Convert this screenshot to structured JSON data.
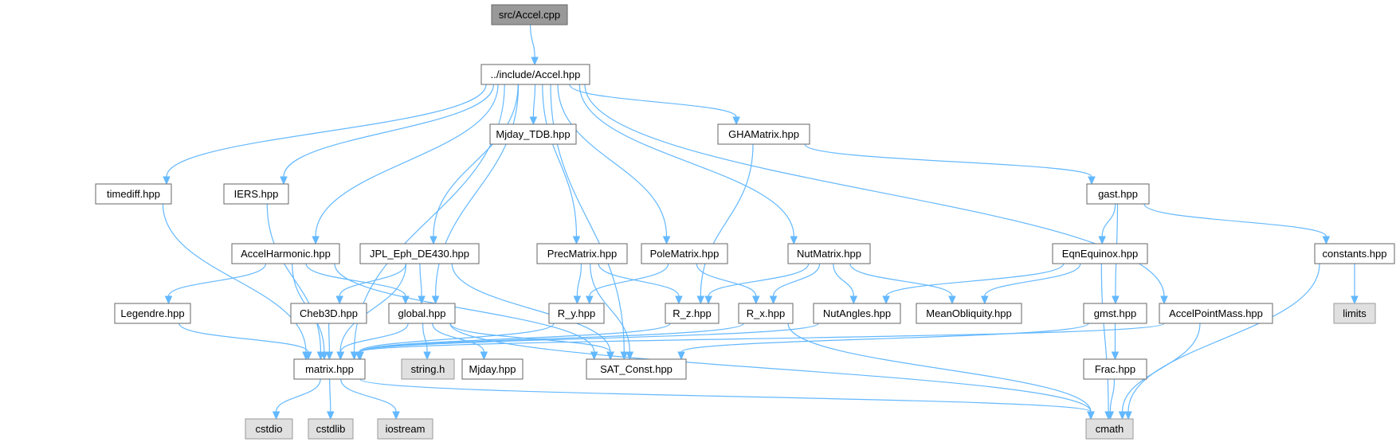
{
  "graph": {
    "nodes": [
      {
        "id": "accel_cpp",
        "label": "src/Accel.cpp",
        "kind": "root"
      },
      {
        "id": "accel_hpp",
        "label": "../include/Accel.hpp",
        "kind": "normal"
      },
      {
        "id": "mjday_tdb",
        "label": "Mjday_TDB.hpp",
        "kind": "normal"
      },
      {
        "id": "gha",
        "label": "GHAMatrix.hpp",
        "kind": "normal"
      },
      {
        "id": "timediff",
        "label": "timediff.hpp",
        "kind": "normal"
      },
      {
        "id": "iers",
        "label": "IERS.hpp",
        "kind": "normal"
      },
      {
        "id": "gast",
        "label": "gast.hpp",
        "kind": "normal"
      },
      {
        "id": "accelharm",
        "label": "AccelHarmonic.hpp",
        "kind": "normal"
      },
      {
        "id": "jpl",
        "label": "JPL_Eph_DE430.hpp",
        "kind": "normal"
      },
      {
        "id": "prec",
        "label": "PrecMatrix.hpp",
        "kind": "normal"
      },
      {
        "id": "pole",
        "label": "PoleMatrix.hpp",
        "kind": "normal"
      },
      {
        "id": "nut",
        "label": "NutMatrix.hpp",
        "kind": "normal"
      },
      {
        "id": "eqnequinox",
        "label": "EqnEquinox.hpp",
        "kind": "normal"
      },
      {
        "id": "constants",
        "label": "constants.hpp",
        "kind": "normal"
      },
      {
        "id": "legendre",
        "label": "Legendre.hpp",
        "kind": "normal"
      },
      {
        "id": "cheb3d",
        "label": "Cheb3D.hpp",
        "kind": "normal"
      },
      {
        "id": "global",
        "label": "global.hpp",
        "kind": "normal"
      },
      {
        "id": "ry",
        "label": "R_y.hpp",
        "kind": "normal"
      },
      {
        "id": "rz",
        "label": "R_z.hpp",
        "kind": "normal"
      },
      {
        "id": "rx",
        "label": "R_x.hpp",
        "kind": "normal"
      },
      {
        "id": "nutangles",
        "label": "NutAngles.hpp",
        "kind": "normal"
      },
      {
        "id": "meanobl",
        "label": "MeanObliquity.hpp",
        "kind": "normal"
      },
      {
        "id": "gmst",
        "label": "gmst.hpp",
        "kind": "normal"
      },
      {
        "id": "pointmass",
        "label": "AccelPointMass.hpp",
        "kind": "normal"
      },
      {
        "id": "limits",
        "label": "limits",
        "kind": "system"
      },
      {
        "id": "matrix",
        "label": "matrix.hpp",
        "kind": "normal"
      },
      {
        "id": "stringh",
        "label": "string.h",
        "kind": "system"
      },
      {
        "id": "mjday",
        "label": "Mjday.hpp",
        "kind": "normal"
      },
      {
        "id": "satconst",
        "label": "SAT_Const.hpp",
        "kind": "normal"
      },
      {
        "id": "frac",
        "label": "Frac.hpp",
        "kind": "normal"
      },
      {
        "id": "cstdio",
        "label": "cstdio",
        "kind": "system"
      },
      {
        "id": "cstdlib",
        "label": "cstdlib",
        "kind": "system"
      },
      {
        "id": "iostream",
        "label": "iostream",
        "kind": "system"
      },
      {
        "id": "cmath",
        "label": "cmath",
        "kind": "system"
      }
    ],
    "edges": [
      [
        "accel_cpp",
        "accel_hpp"
      ],
      [
        "accel_hpp",
        "mjday_tdb"
      ],
      [
        "accel_hpp",
        "gha"
      ],
      [
        "accel_hpp",
        "timediff"
      ],
      [
        "accel_hpp",
        "iers"
      ],
      [
        "accel_hpp",
        "accelharm"
      ],
      [
        "accel_hpp",
        "jpl"
      ],
      [
        "accel_hpp",
        "prec"
      ],
      [
        "accel_hpp",
        "pole"
      ],
      [
        "accel_hpp",
        "nut"
      ],
      [
        "accel_hpp",
        "pointmass"
      ],
      [
        "accel_hpp",
        "global"
      ],
      [
        "accel_hpp",
        "matrix"
      ],
      [
        "accel_hpp",
        "satconst"
      ],
      [
        "gha",
        "gast"
      ],
      [
        "gha",
        "rz"
      ],
      [
        "gast",
        "eqnequinox"
      ],
      [
        "gast",
        "constants"
      ],
      [
        "gast",
        "gmst"
      ],
      [
        "timediff",
        "matrix"
      ],
      [
        "iers",
        "matrix"
      ],
      [
        "accelharm",
        "legendre"
      ],
      [
        "accelharm",
        "global"
      ],
      [
        "accelharm",
        "matrix"
      ],
      [
        "accelharm",
        "satconst"
      ],
      [
        "jpl",
        "cheb3d"
      ],
      [
        "jpl",
        "global"
      ],
      [
        "jpl",
        "matrix"
      ],
      [
        "jpl",
        "satconst"
      ],
      [
        "prec",
        "ry"
      ],
      [
        "prec",
        "rz"
      ],
      [
        "prec",
        "satconst"
      ],
      [
        "pole",
        "ry"
      ],
      [
        "pole",
        "rx"
      ],
      [
        "nut",
        "rz"
      ],
      [
        "nut",
        "rx"
      ],
      [
        "nut",
        "nutangles"
      ],
      [
        "nut",
        "meanobl"
      ],
      [
        "eqnequinox",
        "nutangles"
      ],
      [
        "eqnequinox",
        "meanobl"
      ],
      [
        "eqnequinox",
        "cmath"
      ],
      [
        "constants",
        "limits"
      ],
      [
        "constants",
        "cmath"
      ],
      [
        "legendre",
        "matrix"
      ],
      [
        "cheb3d",
        "matrix"
      ],
      [
        "global",
        "matrix"
      ],
      [
        "global",
        "stringh"
      ],
      [
        "global",
        "mjday"
      ],
      [
        "global",
        "satconst"
      ],
      [
        "global",
        "cmath"
      ],
      [
        "ry",
        "matrix"
      ],
      [
        "rz",
        "matrix"
      ],
      [
        "rx",
        "matrix"
      ],
      [
        "rx",
        "cmath"
      ],
      [
        "nutangles",
        "matrix"
      ],
      [
        "gmst",
        "satconst"
      ],
      [
        "gmst",
        "frac"
      ],
      [
        "pointmass",
        "matrix"
      ],
      [
        "pointmass",
        "cmath"
      ],
      [
        "frac",
        "cmath"
      ],
      [
        "matrix",
        "cstdio"
      ],
      [
        "matrix",
        "cstdlib"
      ],
      [
        "matrix",
        "iostream"
      ],
      [
        "matrix",
        "cmath"
      ]
    ]
  },
  "colors": {
    "edge": "#63b8ff",
    "node_border": "#666666",
    "root_fill": "#999999",
    "system_fill": "#e0e0e0",
    "system_border": "#999999"
  }
}
